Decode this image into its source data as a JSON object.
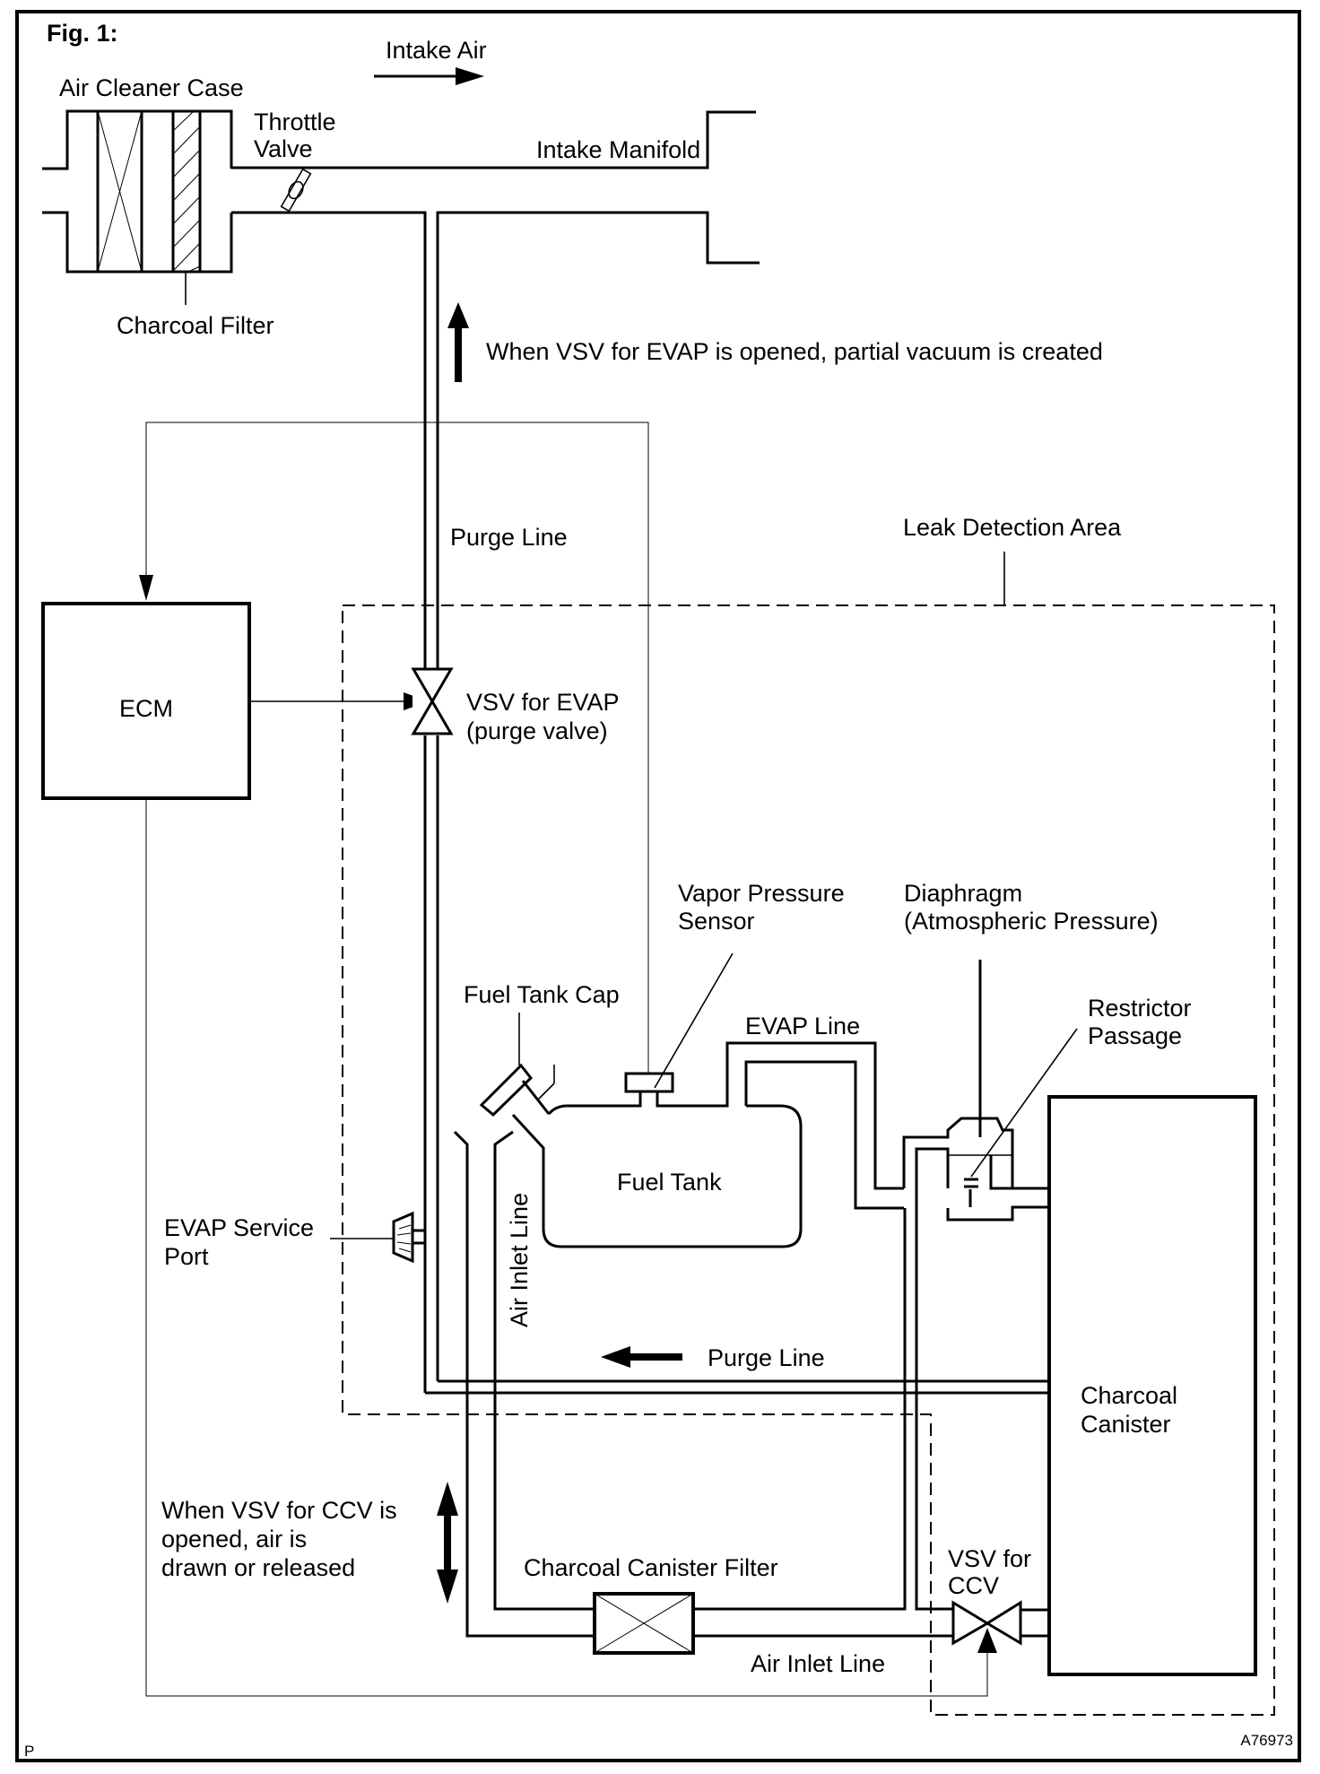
{
  "figure": {
    "title": "Fig. 1:",
    "corner_left": "P",
    "corner_right": "A76973"
  },
  "labels": {
    "intake_air": "Intake Air",
    "air_cleaner_case": "Air Cleaner Case",
    "throttle_valve": [
      "Throttle",
      "Valve"
    ],
    "intake_manifold": "Intake Manifold",
    "charcoal_filter": "Charcoal Filter",
    "vacuum_note": "When VSV for EVAP is opened, partial vacuum is created",
    "purge_line_upper": "Purge Line",
    "leak_detection_area": "Leak Detection Area",
    "ecm": "ECM",
    "vsv_evap": [
      "VSV for EVAP",
      "(purge valve)"
    ],
    "vapor_pressure_sensor": [
      "Vapor Pressure",
      "Sensor"
    ],
    "diaphragm": [
      "Diaphragm",
      "(Atmospheric Pressure)"
    ],
    "fuel_tank_cap": "Fuel Tank Cap",
    "evap_line": "EVAP Line",
    "restrictor_passage": [
      "Restrictor",
      "Passage"
    ],
    "fuel_tank": "Fuel Tank",
    "evap_service_port": [
      "EVAP Service",
      "Port"
    ],
    "air_inlet_line_vertical": "Air Inlet Line",
    "purge_line_lower": "Purge Line",
    "charcoal_canister": [
      "Charcoal",
      "Canister"
    ],
    "ccv_note": [
      "When VSV for CCV is",
      "opened, air is",
      "drawn or released"
    ],
    "charcoal_canister_filter": "Charcoal Canister Filter",
    "vsv_ccv": [
      "VSV for",
      "CCV"
    ],
    "air_inlet_line_bottom": "Air Inlet Line"
  }
}
